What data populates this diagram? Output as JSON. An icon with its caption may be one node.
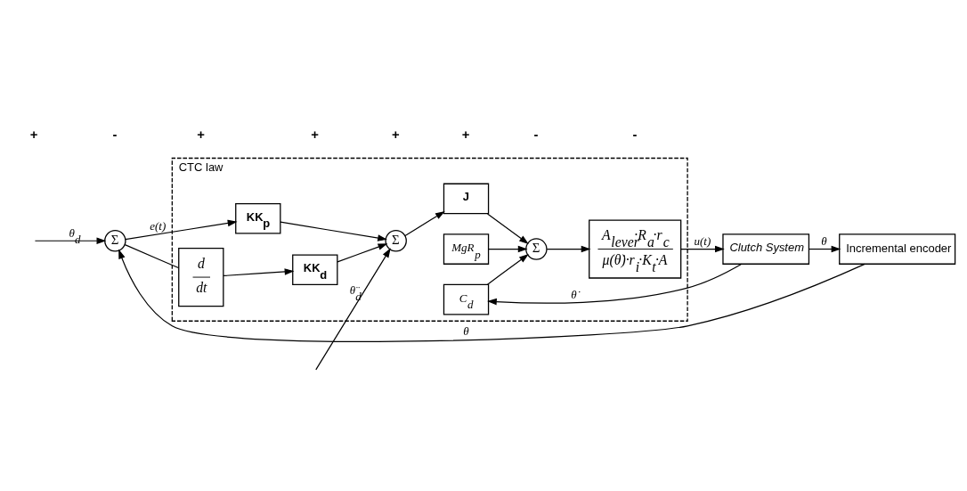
{
  "diagram": {
    "nodes": [
      {
        "text": [
          "CTC law"
        ]
      },
      {
        "text": [
          "Σ"
        ]
      },
      {
        "text": [
          "KK$_{p}$"
        ],
        "in": 0
      },
      {
        "text": [
          "d",
          "dt"
        ],
        "in": 0
      },
      {
        "text": [
          "KK$_{d}$"
        ],
        "in": 0
      },
      {
        "text": [
          "Σ"
        ],
        "in": 0
      },
      {
        "text": [
          "J"
        ],
        "in": 0
      },
      {
        "text": [
          "MgR$_{p}$"
        ],
        "in": 0
      },
      {
        "text": [
          "Σ"
        ],
        "in": 0
      },
      {
        "text": [
          "A$_{lever}$·R$_{a}$·r$_{c}$",
          "μ(θ̇)·r$_{i}$·K$_{t}$·A"
        ],
        "in": 0
      },
      {
        "text": [
          "Clutch System"
        ]
      },
      {
        "text": [
          "C$_{d}$"
        ],
        "in": 0
      },
      {
        "text": [
          "Incremental encoder"
        ]
      }
    ],
    "edges": [
      {
        "from": null,
        "to": 1,
        "arrow": "to",
        "label": "θ$_{d}$"
      },
      {
        "from": 1,
        "to": 2,
        "arrow": "to",
        "label": "e(t)"
      },
      {
        "from": 1,
        "to": 3,
        "arrow": "none"
      },
      {
        "from": 3,
        "to": 4,
        "arrow": "to"
      },
      {
        "from": 2,
        "to": 5,
        "arrow": "to"
      },
      {
        "from": 4,
        "to": 5,
        "arrow": "to"
      },
      {
        "from": null,
        "to": 5,
        "arrow": "to",
        "label": "θ̈$_{d}$"
      },
      {
        "from": 5,
        "to": 6,
        "arrow": "to"
      },
      {
        "from": 6,
        "to": 8,
        "arrow": "to"
      },
      {
        "from": 7,
        "to": 8,
        "arrow": "to"
      },
      {
        "from": 8,
        "to": 9,
        "arrow": "to"
      },
      {
        "from": 9,
        "to": 10,
        "arrow": "to",
        "label": "u(t)"
      },
      {
        "from": 10,
        "to": 11,
        "arrow": "to",
        "label": "θ̇"
      },
      {
        "from": 11,
        "to": 8,
        "arrow": "to"
      },
      {
        "from": 10,
        "to": 12,
        "arrow": "to",
        "label": "θ"
      },
      {
        "from": 12,
        "to": 1,
        "arrow": "to",
        "label": "θ"
      }
    ],
    "labels": [
      "+",
      "-",
      "+",
      "+",
      "+",
      "+",
      "-",
      "-"
    ]
  }
}
